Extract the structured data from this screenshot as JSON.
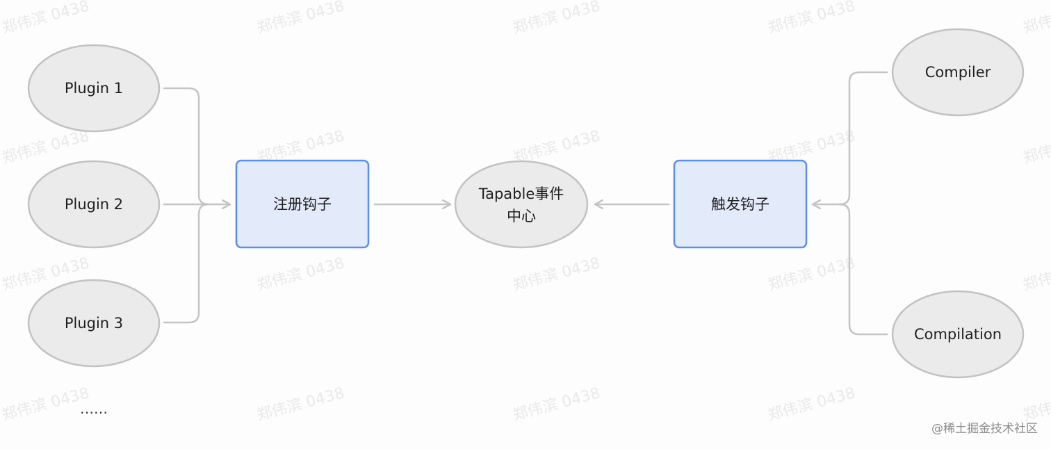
{
  "nodes": {
    "plugin1": "Plugin 1",
    "plugin2": "Plugin 2",
    "plugin3": "Plugin 3",
    "more": "……",
    "register": "注册钩子",
    "center_line1": "Tapable事件",
    "center_line2": "中心",
    "trigger": "触发钩子",
    "compiler": "Compiler",
    "compilation": "Compilation"
  },
  "watermark": "郑伟滨 0438",
  "credit": "@稀土掘金技术社区",
  "colors": {
    "ellipse_fill": "#ebebeb",
    "ellipse_stroke": "#c2c2c2",
    "box_fill": "#e3ebfb",
    "box_stroke": "#5b8def",
    "connector": "#c4c4c4"
  }
}
